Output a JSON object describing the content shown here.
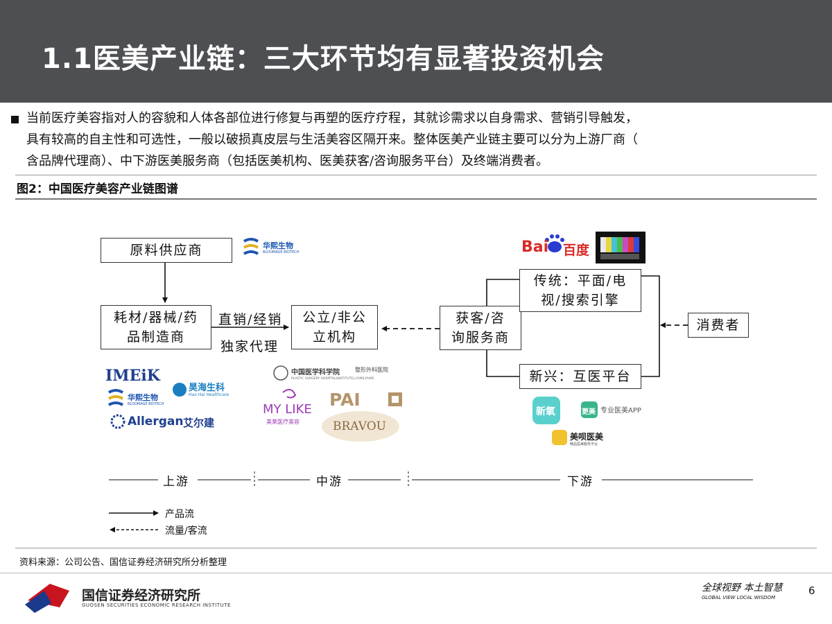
{
  "header": {
    "title": "1.1医美产业链：三大环节均有显著投资机会"
  },
  "intro": {
    "lines": [
      "当前医疗美容指对人的容貌和人体各部位进行修复与再塑的医疗疗程，其就诊需求以自身需求、营销引导触发，",
      "具有较高的自主性和可选性，一般以破损真皮层与生活美容区隔开来。整体医美产业链主要可以分为上游厂商（",
      "含品牌代理商）、中下游医美服务商（包括医美机构、医美获客/咨询服务平台）及终端消费者。"
    ]
  },
  "figure": {
    "title": "图2：中国医疗美容产业链图谱",
    "nodes": {
      "raw_supplier": "原料供应商",
      "manufacturer_l1": "耗材/器械/药",
      "manufacturer_l2": "品制造商",
      "institution_l1": "公立/非公",
      "institution_l2": "立机构",
      "acquisition_l1": "获客/咨",
      "acquisition_l2": "询服务商",
      "traditional_l1": "传统：平面/电",
      "traditional_l2": "视/搜索引擎",
      "emerging": "新兴：互医平台",
      "consumer": "消费者"
    },
    "edge_labels": {
      "direct": "直销/经销",
      "agent": "独家代理"
    },
    "stages": {
      "upstream": "上游",
      "midstream": "中游",
      "downstream": "下游"
    },
    "legend": {
      "product_flow": "产品流",
      "traffic_flow": "流量/客流"
    },
    "logos": {
      "bloomage_cn": "华熙生物",
      "bloomage_en": "BLOOMAGE BIOTECH",
      "imeik": "IMEiK",
      "haohai_cn": "昊海生科",
      "haohai_en": "Hao Hai Healthcare",
      "allergan_en": "Allergan",
      "allergan_cn": "艾尔建",
      "cams_cn": "中国医学科学院",
      "cams_sub": "整形外科医院",
      "cams_en": "PLASTIC SURGERY HOSPITAL(INSTITUTE),CAMS,PUMC",
      "mylike_en": "MY LIKE",
      "mylike_cn": "美莱医疗美容",
      "pai": "PAI",
      "bravou": "BRAVOU",
      "baidu_en": "Bai",
      "baidu_cn": "百度",
      "xinyang": "新氧",
      "gengmei": "更美",
      "gengmei_desc": "专业医美APP",
      "meibei": "美呗医美",
      "meibei_sub": "精品医美服务平台"
    },
    "colors": {
      "baidu_red": "#d92c27",
      "baidu_blue": "#2a3bd1",
      "imeik_blue": "#1f3f8f",
      "haohai_blue": "#1a7fc1"
    }
  },
  "source": "资料来源：公司公告、国信证券经济研究所分析整理",
  "footer": {
    "org_cn": "国信证券经济研究所",
    "org_en": "GUOSEN SECURITIES ECONOMIC RESEARCH INSTITUTE",
    "slogan_cn": "全球视野  本土智慧",
    "slogan_en": "GLOBAL VIEW     LOCAL WISDOM",
    "page": "6"
  }
}
